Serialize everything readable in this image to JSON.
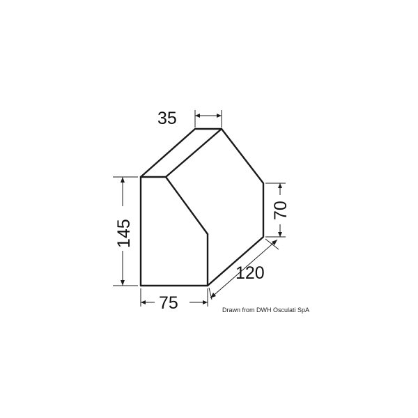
{
  "dimensions": {
    "top_width": "35",
    "left_height": "145",
    "right_height": "70",
    "bottom_width": "75",
    "diagonal_length": "120"
  },
  "credit": "Drawn from DWH Osculati SpA",
  "colors": {
    "line": "#1a1a1a",
    "background": "#ffffff"
  }
}
